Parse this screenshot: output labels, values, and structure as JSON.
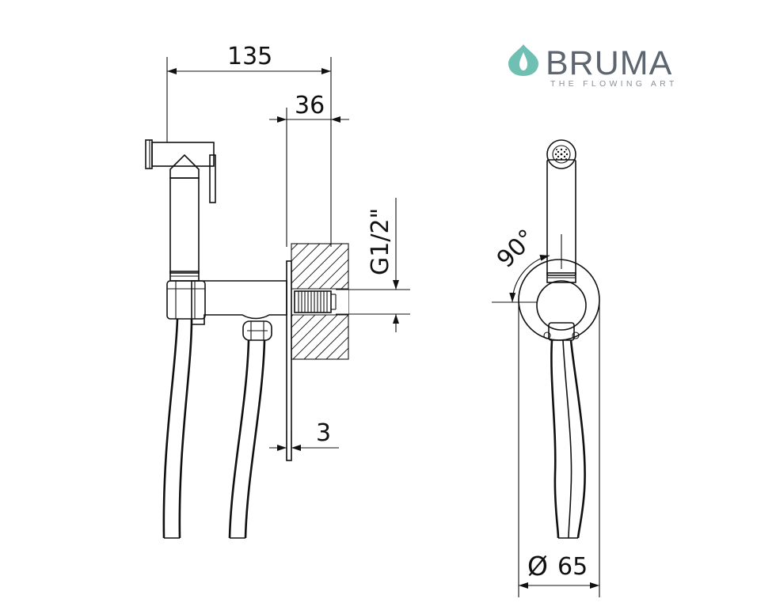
{
  "brand": {
    "name": "BRUMA",
    "tagline": "THE FLOWING ART",
    "accent_color": "#6fbfb3"
  },
  "dimensions": {
    "total_depth": "135",
    "wall_flange": "36",
    "thread": "G1/2\"",
    "flange_thickness": "3",
    "rotation_angle": "90°",
    "diameter_symbol": "Ø",
    "rosette_diameter": "65"
  }
}
